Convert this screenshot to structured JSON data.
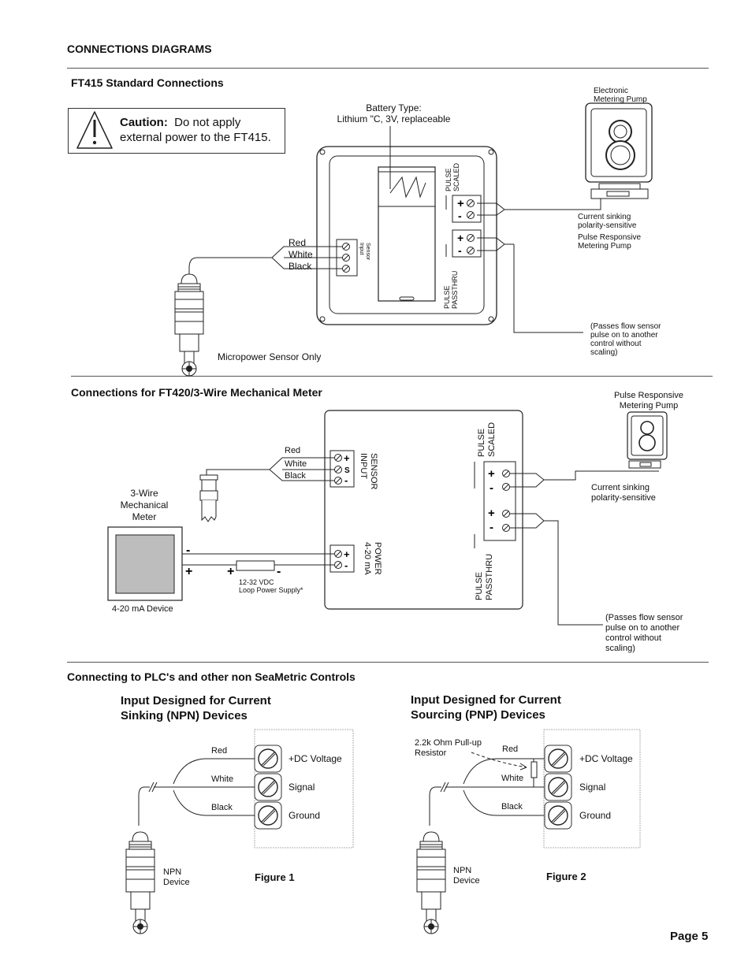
{
  "header": {
    "section_title": "CONNECTIONS DIAGRAMS"
  },
  "ft415": {
    "title": "FT415 Standard Connections",
    "caution_label": "Caution:",
    "caution_text_1": "Do not apply",
    "caution_text_2": "external power to the FT415.",
    "battery_label_1": "Battery Type:",
    "battery_label_2": "Lithium \"C, 3V, replaceable",
    "electronic_pump_1": "Electronic",
    "electronic_pump_2": "Metering Pump",
    "pulse_scaled_1": "PULSE",
    "pulse_scaled_2": "SCALED",
    "pulse_passthru_1": "PULSE",
    "pulse_passthru_2": "PASSTHRU",
    "current_sinking_1": "Current sinking",
    "current_sinking_2": "polarity-sensitive",
    "pulse_pump_1": "Pulse Responsive",
    "pulse_pump_2": "Metering Pump",
    "passes_1": "(Passes flow sensor",
    "passes_2": "pulse on to another",
    "passes_3": "control without",
    "passes_4": "scaling)",
    "wire_red": "Red",
    "wire_white": "White",
    "wire_black": "Black",
    "sensor_input_1": "Sensor",
    "sensor_input_2": "Input",
    "micropower": "Micropower Sensor Only"
  },
  "ft420": {
    "title": "Connections for FT420/3-Wire Mechanical Meter",
    "pump_1": "Pulse Responsive",
    "pump_2": "Metering Pump",
    "pulse_scaled_1": "PULSE",
    "pulse_scaled_2": "SCALED",
    "sensor_input_1": "SENSOR",
    "sensor_input_2": "INPUT",
    "wire_red": "Red",
    "wire_white": "White",
    "wire_black": "Black",
    "meter_1": "3-Wire",
    "meter_2": "Mechanical",
    "meter_3": "Meter",
    "current_sinking_1": "Current sinking",
    "current_sinking_2": "polarity-sensitive",
    "power_1": "POWER",
    "power_2": "4-20 mA",
    "loop_supply_1": "12-32 VDC",
    "loop_supply_2": "Loop Power Supply*",
    "device_label": "4-20 mA Device",
    "pulse_passthru_1": "PULSE",
    "pulse_passthru_2": "PASSTHRU",
    "passes_1": "(Passes flow sensor",
    "passes_2": "pulse on to another",
    "passes_3": "control without",
    "passes_4": "scaling)"
  },
  "plc": {
    "title": "Connecting to PLC's and other non SeaMetric Controls",
    "npn_title_1": "Input Designed for Current",
    "npn_title_2": "Sinking (NPN) Devices",
    "pnp_title_1": "Input Designed for Current",
    "pnp_title_2": "Sourcing (PNP) Devices",
    "resistor_1": "2.2k Ohm Pull-up",
    "resistor_2": "Resistor",
    "wire_red": "Red",
    "wire_white": "White",
    "wire_black": "Black",
    "terminal_dc": "+DC Voltage",
    "terminal_signal": "Signal",
    "terminal_ground": "Ground",
    "device_1": "NPN",
    "device_2": "Device",
    "figure1": "Figure 1",
    "figure2": "Figure 2"
  },
  "footer": {
    "page": "Page 5"
  }
}
